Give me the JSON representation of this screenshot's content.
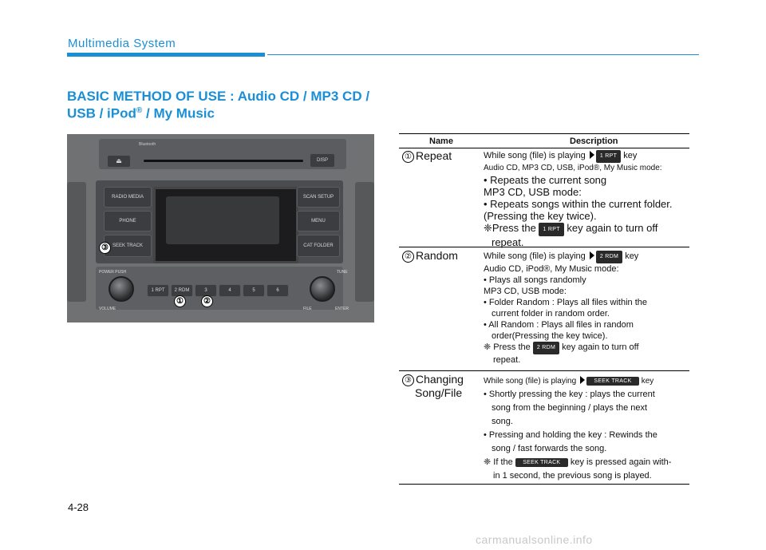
{
  "section_title": "Multimedia System",
  "heading": {
    "line1": "BASIC METHOD OF USE : Audio CD / MP3 CD /",
    "line2_prefix": "USB / iPod",
    "line2_reg": "®",
    "line2_suffix": " / My Music"
  },
  "photo_labels": {
    "bluetooth": "Bluetooth",
    "disp": "DISP",
    "radio_media": "RADIO MEDIA",
    "phone": "PHONE",
    "seek_track": "SEEK TRACK",
    "scan_setup": "SCAN SETUP",
    "menu": "MENU",
    "cat_folder": "CAT FOLDER",
    "power_push": "POWER PUSH",
    "volume": "VOLUME",
    "tune": "TUNE",
    "file": "FILE",
    "enter": "ENTER",
    "presets": [
      "1 RPT",
      "2 RDM",
      "3",
      "4",
      "5",
      "6"
    ],
    "callouts": [
      "①",
      "②",
      "③"
    ]
  },
  "table": {
    "headers": {
      "name": "Name",
      "description": "Description"
    },
    "rows": [
      {
        "num": "①",
        "name": "Repeat",
        "lines": {
          "l1a": "While song (file) is playing",
          "l1b": "key",
          "key1": "1 RPT",
          "l2": "Audio CD, MP3 CD, USB, iPod®, My Music mode:",
          "l3": "• Repeats the current song",
          "l4": "MP3 CD, USB mode:",
          "l5": "• Repeats songs within the current folder.",
          "l6": "(Pressing the key twice).",
          "l7a": "❈Press the",
          "l7b": "key again to turn off",
          "l8": "repeat."
        }
      },
      {
        "num": "②",
        "name": "Random",
        "lines": {
          "l1a": "While song (file) is playing",
          "l1b": "key",
          "key1": "2 RDM",
          "l2": "Audio CD, iPod®, My Music mode:",
          "l3": "• Plays all songs randomly",
          "l4": "MP3 CD, USB mode:",
          "l5": "• Folder Random : Plays all files within the",
          "l6": "current folder in random order.",
          "l7": "• All Random : Plays all files in random",
          "l8": "order(Pressing the key twice).",
          "l9a": "❈ Press the",
          "l9b": "key again to turn off",
          "l10": "repeat."
        }
      },
      {
        "num": "③",
        "name_line1": "Changing",
        "name_line2": "Song/File",
        "lines": {
          "l1a": "While song (file) is playing",
          "l1b": "key",
          "key1": "SEEK TRACK",
          "l2": "• Shortly pressing the key : plays the current",
          "l3": "song from the beginning / plays the next",
          "l4": "song.",
          "l5": "• Pressing and holding the key : Rewinds the",
          "l6": "song / fast forwards the song.",
          "l7a": "❈ If the",
          "l7b": "key is pressed again with-",
          "l8": "in 1 second, the previous song is played."
        }
      }
    ]
  },
  "page_number": "4-28",
  "watermark": "carmanualsonline.info"
}
